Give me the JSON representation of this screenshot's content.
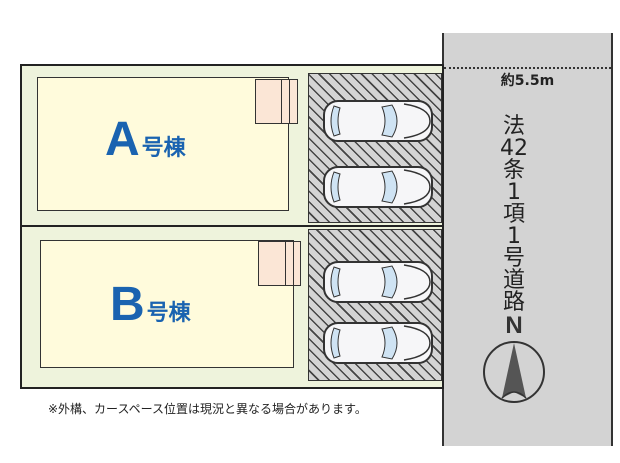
{
  "buildings": [
    {
      "id": "A",
      "letter": "A",
      "suffix": "号棟"
    },
    {
      "id": "B",
      "letter": "B",
      "suffix": "号棟"
    }
  ],
  "road": {
    "width_label": "約5.5m",
    "type_chars": [
      "法",
      "42",
      "条",
      "1",
      "項",
      "1",
      "号",
      "道",
      "路"
    ]
  },
  "compass": {
    "label": "N"
  },
  "note": "※外構、カースペース位置は現況と異なる場合があります。",
  "colors": {
    "label_blue": "#1a63b0",
    "building_fill": "#fffbdc",
    "lot_fill": "#eef3dc",
    "entry_fill": "#fbe6d6",
    "road_fill": "#d3d3d3",
    "car_glass": "#cfe3f3"
  },
  "parking": {
    "spaces": 4
  }
}
